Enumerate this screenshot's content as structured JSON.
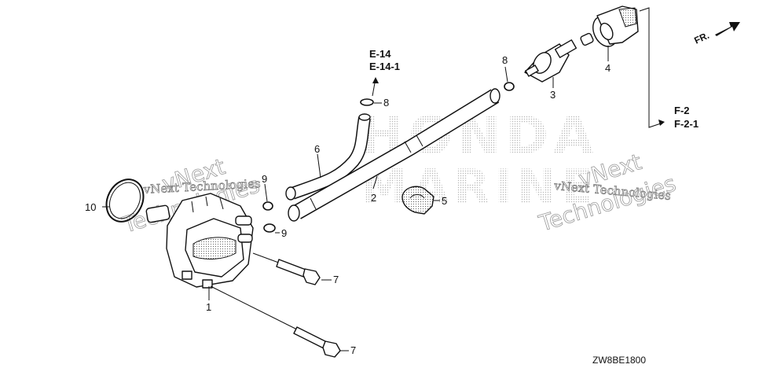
{
  "brand_watermark": {
    "line1": "HONDA",
    "line2": "MARINE"
  },
  "watermarks": [
    "vNext Technologies",
    "Technologies",
    "vNext",
    "vNext Technologies",
    "Technologies",
    "vNext"
  ],
  "references": {
    "top": [
      "E-14",
      "E-14-1"
    ],
    "right": [
      "F-2",
      "F-2-1"
    ]
  },
  "front_label": "FR.",
  "diagram_code": "ZW8BE1800",
  "callouts": {
    "c1": "1",
    "c2": "2",
    "c3": "3",
    "c4": "4",
    "c5": "5",
    "c6": "6",
    "c7a": "7",
    "c7b": "7",
    "c8a": "8",
    "c8b": "8",
    "c9a": "9",
    "c9b": "9",
    "c10": "10"
  }
}
